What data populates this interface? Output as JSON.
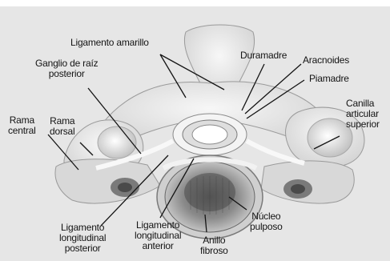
{
  "labels": {
    "ligamento_amarillo": "Ligamento amarillo",
    "ganglio": "Ganglio de raíz\nposterior",
    "rama_dorsal": "Rama\ndorsal",
    "rama_central": "Rama\ncentral",
    "duramadre": "Duramadre",
    "aracnoides": "Aracnoides",
    "piamadre": "Piamadre",
    "canilla": "Canilla\narticular\nsuperior",
    "lig_long_posterior": "Ligamento\nlongitudinal\nposterior",
    "lig_long_anterior": "Ligamento\nlongitudinal\nanterior",
    "anillo": "Anillo\nfibroso",
    "nucleo": "Núcleo\npulposo"
  },
  "colors": {
    "background": "#ffffff",
    "backdrop": "#e6e6e6",
    "bone": "#efefef",
    "bone_shade": "#c6c6c6",
    "outline": "#141414",
    "disc": "#8f8f8f",
    "label_text": "#141414"
  }
}
